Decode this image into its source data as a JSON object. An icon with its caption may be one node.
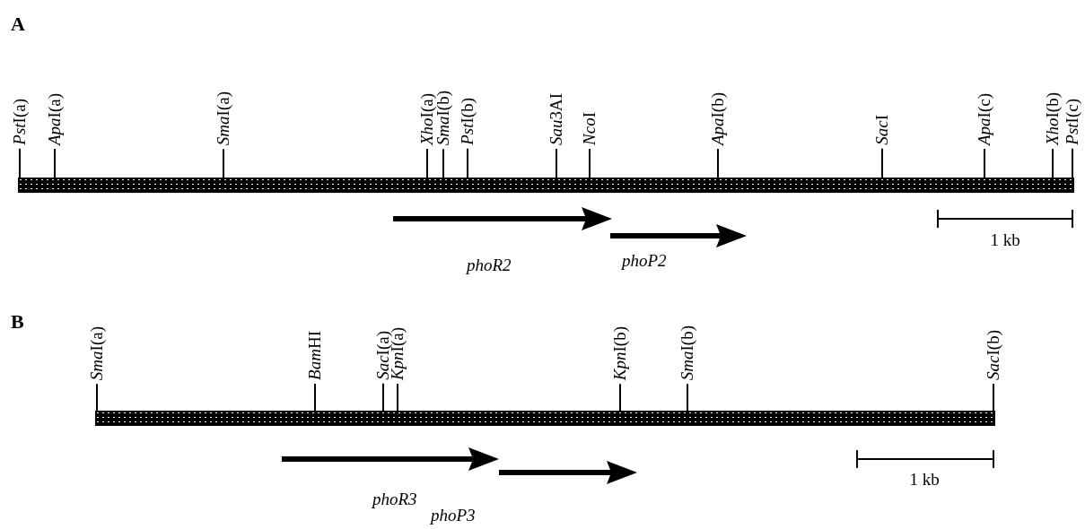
{
  "diagram": {
    "nodes": [
      {
        "text": [
          "PstI(a)"
        ]
      },
      {
        "text": [
          "ApaI(a)"
        ]
      },
      {
        "text": [
          "SmaI(a)"
        ]
      },
      {
        "text": [
          "XhoI(a)"
        ]
      },
      {
        "text": [
          "SmaI(b)"
        ]
      },
      {
        "text": [
          "PstI(b)"
        ]
      },
      {
        "text": [
          "Sau3AI"
        ]
      },
      {
        "text": [
          "NcoI"
        ]
      },
      {
        "text": [
          "ApaI(b)"
        ]
      },
      {
        "text": [
          "SacI"
        ]
      },
      {
        "text": [
          "ApaI(c)"
        ]
      },
      {
        "text": [
          "XhoI(b)"
        ]
      },
      {
        "text": [
          "PstI(c)"
        ]
      },
      {
        "text": [],
        "shape": "bar"
      },
      {
        "text": [
          "SmaI(a)"
        ]
      },
      {
        "text": [
          "BamHI"
        ]
      },
      {
        "text": [
          "SacI(a)"
        ]
      },
      {
        "text": [
          "KpnI(a)"
        ]
      },
      {
        "text": [
          "KpnI(b)"
        ]
      },
      {
        "text": [
          "SmaI(b)"
        ]
      },
      {
        "text": [
          "SacI(b)"
        ]
      },
      {
        "text": [],
        "shape": "bar"
      }
    ],
    "edges": [
      {
        "from": 0,
        "to": 13,
        "arrow": "none"
      },
      {
        "from": 1,
        "to": 13,
        "arrow": "none"
      },
      {
        "from": 2,
        "to": 13,
        "arrow": "none"
      },
      {
        "from": 3,
        "to": 13,
        "arrow": "none"
      },
      {
        "from": 4,
        "to": 13,
        "arrow": "none"
      },
      {
        "from": 5,
        "to": 13,
        "arrow": "none"
      },
      {
        "from": 6,
        "to": 13,
        "arrow": "none"
      },
      {
        "from": 7,
        "to": 13,
        "arrow": "none"
      },
      {
        "from": 8,
        "to": 13,
        "arrow": "none"
      },
      {
        "from": 9,
        "to": 13,
        "arrow": "none"
      },
      {
        "from": 10,
        "to": 13,
        "arrow": "none"
      },
      {
        "from": 11,
        "to": 13,
        "arrow": "none"
      },
      {
        "from": 12,
        "to": 13,
        "arrow": "none"
      },
      {
        "from": 14,
        "to": 21,
        "arrow": "none"
      },
      {
        "from": 15,
        "to": 21,
        "arrow": "none"
      },
      {
        "from": 16,
        "to": 21,
        "arrow": "none"
      },
      {
        "from": 17,
        "to": 21,
        "arrow": "none"
      },
      {
        "from": 18,
        "to": 21,
        "arrow": "none"
      },
      {
        "from": 19,
        "to": 21,
        "arrow": "none"
      },
      {
        "from": 20,
        "to": 21,
        "arrow": "none"
      }
    ],
    "labels": [
      "A",
      "phoR2",
      "phoP2",
      "1 kb",
      "B",
      "phoR3",
      "phoP3",
      "1 kb"
    ]
  }
}
